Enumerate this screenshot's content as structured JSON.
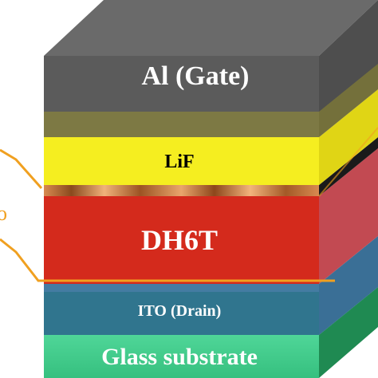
{
  "layers": {
    "gate": {
      "label": "Al (Gate)",
      "color": "#5b5b5b"
    },
    "lif": {
      "label": "LiF",
      "color": "#f2ea1c"
    },
    "interface": {
      "color": "#c77a45"
    },
    "semiconductor": {
      "label": "DH6T",
      "color": "#d42a1c"
    },
    "drain": {
      "label": "ITO (Drain)",
      "color": "#2f7f92"
    },
    "substrate": {
      "label": "Glass substrate",
      "color": "#3fc98a"
    }
  },
  "source_electrode": {
    "label": "o",
    "color": "#f0a020"
  }
}
